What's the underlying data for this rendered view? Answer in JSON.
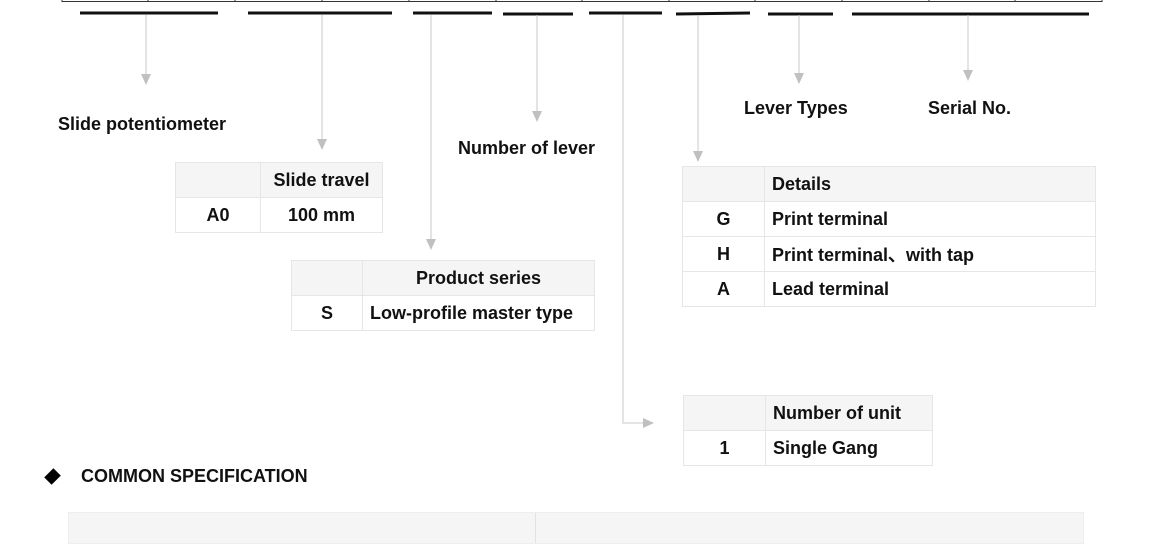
{
  "labels": {
    "slide_potentiometer": "Slide potentiometer",
    "number_of_lever": "Number of lever",
    "lever_types": "Lever Types",
    "serial_no": "Serial No."
  },
  "slide_travel_table": {
    "header": [
      "",
      "Slide travel"
    ],
    "rows": [
      [
        "A0",
        "100 mm"
      ]
    ]
  },
  "product_series_table": {
    "header": [
      "",
      "Product series"
    ],
    "rows": [
      [
        "S",
        "Low-profile master type"
      ]
    ]
  },
  "details_table": {
    "header": [
      "",
      "Details"
    ],
    "rows": [
      [
        "G",
        "Print terminal"
      ],
      [
        "H",
        "Print terminal、with tap"
      ],
      [
        "A",
        "Lead terminal"
      ]
    ]
  },
  "unit_table": {
    "header": [
      "",
      "Number of unit"
    ],
    "rows": [
      [
        "1",
        "Single Gang"
      ]
    ]
  },
  "section": {
    "title": "COMMON SPECIFICATION",
    "icon": "diamond-icon"
  },
  "colors": {
    "arrow": "#c8c8c8",
    "header_bg": "#f5f5f5"
  }
}
